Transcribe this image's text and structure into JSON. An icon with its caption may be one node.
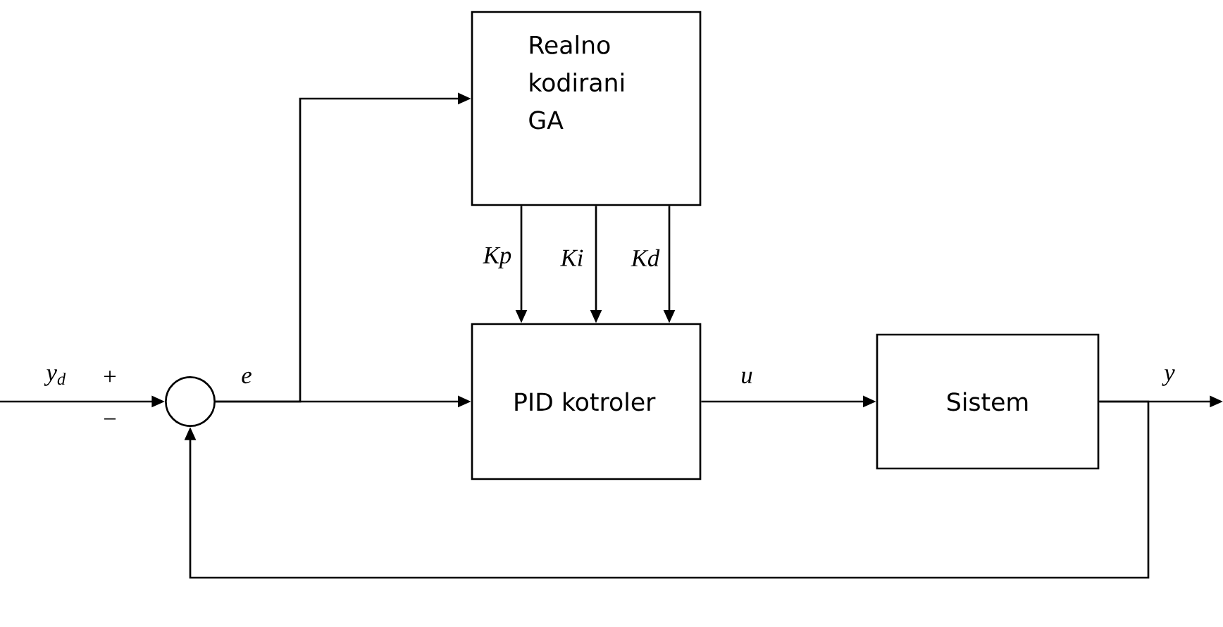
{
  "diagram": {
    "nodes": [
      {
        "text": [
          "Realno kodirani GA"
        ]
      },
      {
        "text": [
          "PID kotroler"
        ]
      },
      {
        "text": [
          "Sistem"
        ]
      },
      {
        "text": [],
        "shape": "circle"
      }
    ],
    "edges": [
      {
        "from": null,
        "to": 3,
        "arrow": "to",
        "label": "y$_{d}$"
      },
      {
        "from": 3,
        "to": 1,
        "arrow": "to",
        "label": "e"
      },
      {
        "from": 3,
        "to": 0,
        "arrow": "to"
      },
      {
        "from": 0,
        "to": 1,
        "arrow": "to",
        "label": "Kp"
      },
      {
        "from": 0,
        "to": 1,
        "arrow": "to",
        "label": "Ki"
      },
      {
        "from": 0,
        "to": 1,
        "arrow": "to",
        "label": "Kd"
      },
      {
        "from": 1,
        "to": 2,
        "arrow": "to",
        "label": "u"
      },
      {
        "from": 2,
        "to": null,
        "arrow": "to",
        "label": "y"
      },
      {
        "from": 2,
        "to": 3,
        "arrow": "to"
      }
    ],
    "labels": [
      "+",
      "−"
    ]
  }
}
